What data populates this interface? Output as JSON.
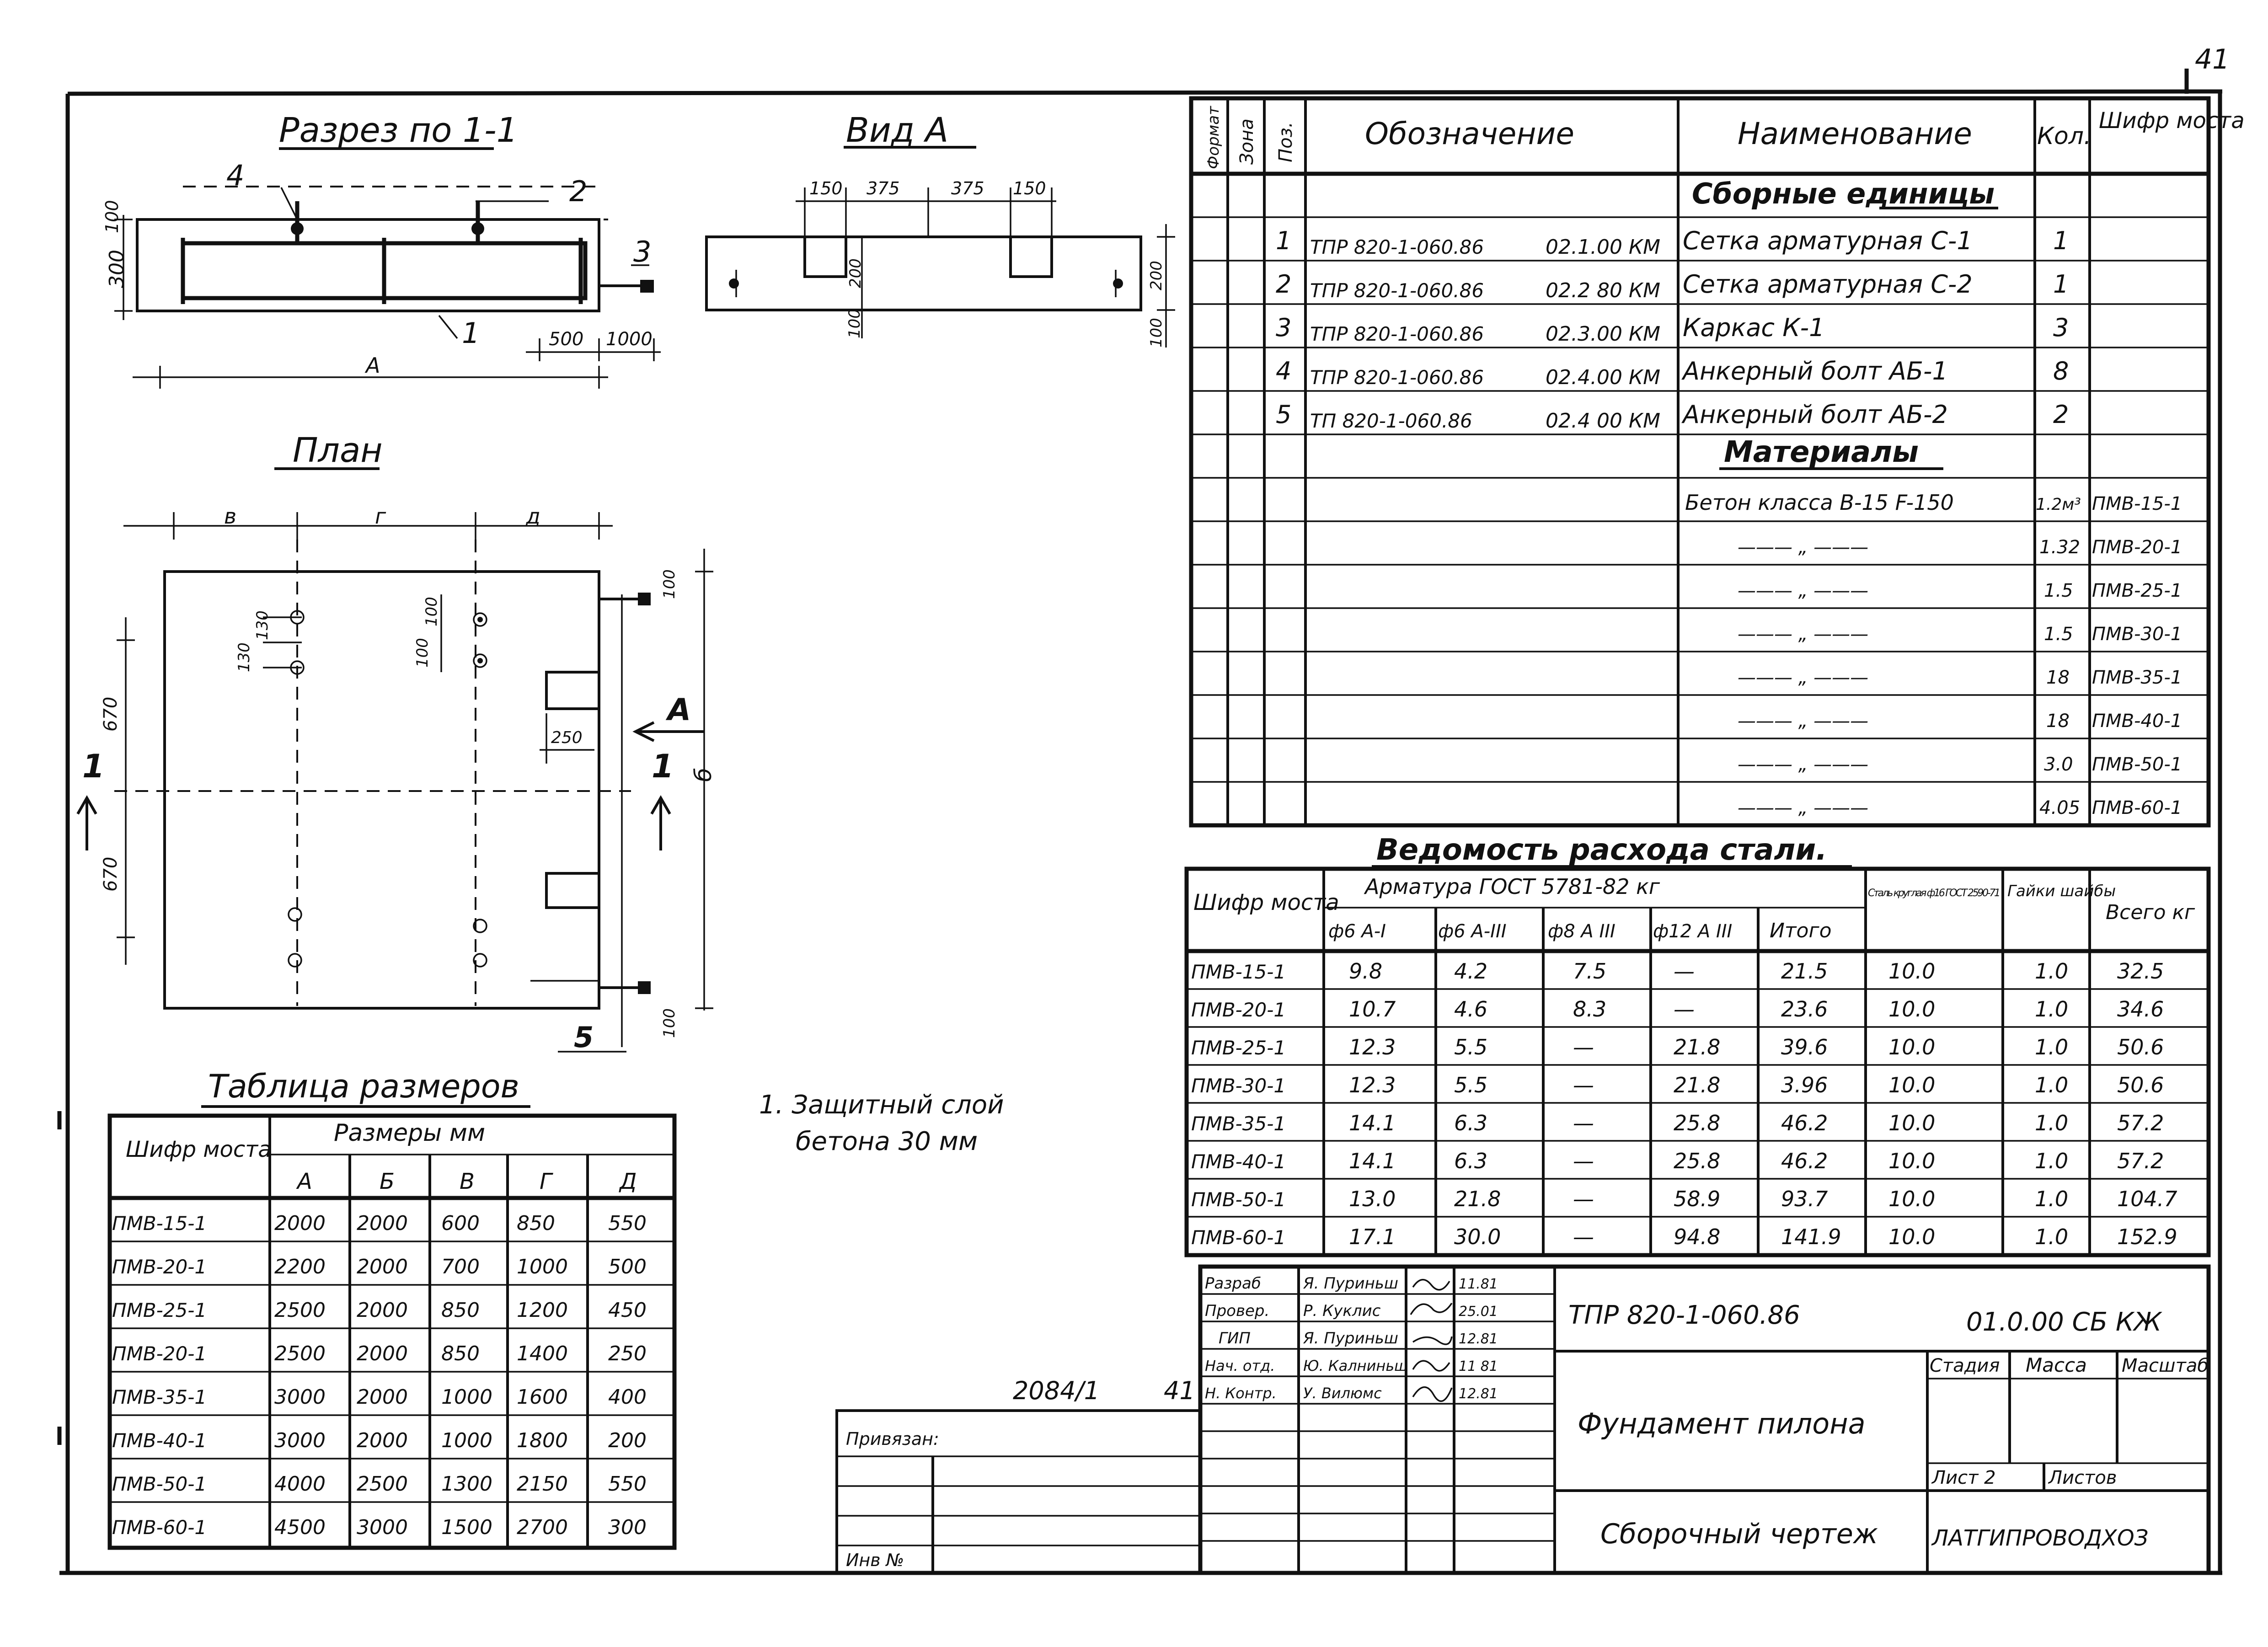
{
  "sheet_no": "41",
  "section": {
    "title": "Разрез по 1-1",
    "callouts": [
      "4",
      "2",
      "3",
      "1"
    ],
    "dims": [
      "100",
      "300",
      "500",
      "1000",
      "А"
    ]
  },
  "view_a": {
    "title": "Вид А",
    "dims": [
      "150",
      "375",
      "375",
      "150",
      "200",
      "100",
      "200",
      "100"
    ]
  },
  "plan": {
    "title": "План",
    "dims": [
      "в",
      "г",
      "д",
      "130",
      "130",
      "100",
      "100",
      "670",
      "670",
      "250",
      "100",
      "100",
      "б"
    ],
    "marks": [
      "1",
      "1",
      "А",
      "5"
    ]
  },
  "spec": {
    "headers": [
      "Формат",
      "Зона",
      "Поз.",
      "Обозначение",
      "Наименование",
      "Кол.",
      "Шифр моста"
    ],
    "group1": "Сборные единицы",
    "rows": [
      {
        "pos": "1",
        "code": "ТПР 820-1-060.86",
        "sub": "02.1.00 КМ",
        "name": "Сетка арматурная С-1",
        "qty": "1"
      },
      {
        "pos": "2",
        "code": "ТПР 820-1-060.86",
        "sub": "02.2 80 КМ",
        "name": "Сетка арматурная С-2",
        "qty": "1"
      },
      {
        "pos": "3",
        "code": "ТПР 820-1-060.86",
        "sub": "02.3.00 КМ",
        "name": "Каркас К-1",
        "qty": "3"
      },
      {
        "pos": "4",
        "code": "ТПР 820-1-060.86",
        "sub": "02.4.00 КМ",
        "name": "Анкерный болт АБ-1",
        "qty": "8"
      },
      {
        "pos": "5",
        "code": "ТП 820-1-060.86",
        "sub": "02.4 00 КМ",
        "name": "Анкерный болт АБ-2",
        "qty": "2"
      }
    ],
    "group2": "Материалы",
    "materials": [
      {
        "name": "Бетон класса В-15 F-150",
        "qty": "1.2м³",
        "code": "ПМВ-15-1"
      },
      {
        "name": "——— „ ———",
        "qty": "1.32",
        "code": "ПМВ-20-1"
      },
      {
        "name": "——— „ ———",
        "qty": "1.5",
        "code": "ПМВ-25-1"
      },
      {
        "name": "——— „ ———",
        "qty": "1.5",
        "code": "ПМВ-30-1"
      },
      {
        "name": "——— „ ———",
        "qty": "18",
        "code": "ПМВ-35-1"
      },
      {
        "name": "——— „ ———",
        "qty": "18",
        "code": "ПМВ-40-1"
      },
      {
        "name": "——— „ ———",
        "qty": "3.0",
        "code": "ПМВ-50-1"
      },
      {
        "name": "——— „ ———",
        "qty": "4.05",
        "code": "ПМВ-60-1"
      }
    ]
  },
  "steel": {
    "title": "Ведомость расхода стали.",
    "h_code": "Шифр моста",
    "h_group": "Арматура ГОСТ 5781-82 кг",
    "h_cols": [
      "ф6 А-I",
      "ф6 А-III",
      "ф8 А III",
      "ф12 А III",
      "Итого"
    ],
    "h_round": "Сталь круглая ф16 ГОСТ 2590-71",
    "h_nuts": "Гайки шайбы",
    "h_total": "Всего кг",
    "rows": [
      [
        "ПМВ-15-1",
        "9.8",
        "4.2",
        "7.5",
        "—",
        "21.5",
        "10.0",
        "1.0",
        "32.5"
      ],
      [
        "ПМВ-20-1",
        "10.7",
        "4.6",
        "8.3",
        "—",
        "23.6",
        "10.0",
        "1.0",
        "34.6"
      ],
      [
        "ПМВ-25-1",
        "12.3",
        "5.5",
        "—",
        "21.8",
        "39.6",
        "10.0",
        "1.0",
        "50.6"
      ],
      [
        "ПМВ-30-1",
        "12.3",
        "5.5",
        "—",
        "21.8",
        "3.96",
        "10.0",
        "1.0",
        "50.6"
      ],
      [
        "ПМВ-35-1",
        "14.1",
        "6.3",
        "—",
        "25.8",
        "46.2",
        "10.0",
        "1.0",
        "57.2"
      ],
      [
        "ПМВ-40-1",
        "14.1",
        "6.3",
        "—",
        "25.8",
        "46.2",
        "10.0",
        "1.0",
        "57.2"
      ],
      [
        "ПМВ-50-1",
        "13.0",
        "21.8",
        "—",
        "58.9",
        "93.7",
        "10.0",
        "1.0",
        "104.7"
      ],
      [
        "ПМВ-60-1",
        "17.1",
        "30.0",
        "—",
        "94.8",
        "141.9",
        "10.0",
        "1.0",
        "152.9"
      ]
    ]
  },
  "dim_table": {
    "title": "Таблица размеров",
    "h_code": "Шифр моста",
    "h_group": "Размеры мм",
    "h_cols": [
      "А",
      "Б",
      "В",
      "Г",
      "Д"
    ],
    "rows": [
      [
        "ПМВ-15-1",
        "2000",
        "2000",
        "600",
        "850",
        "550"
      ],
      [
        "ПМВ-20-1",
        "2200",
        "2000",
        "700",
        "1000",
        "500"
      ],
      [
        "ПМВ-25-1",
        "2500",
        "2000",
        "850",
        "1200",
        "450"
      ],
      [
        "ПМВ-20-1",
        "2500",
        "2000",
        "850",
        "1400",
        "250"
      ],
      [
        "ПМВ-35-1",
        "3000",
        "2000",
        "1000",
        "1600",
        "400"
      ],
      [
        "ПМВ-40-1",
        "3000",
        "2000",
        "1000",
        "1800",
        "200"
      ],
      [
        "ПМВ-50-1",
        "4000",
        "2500",
        "1300",
        "2150",
        "550"
      ],
      [
        "ПМВ-60-1",
        "4500",
        "3000",
        "1500",
        "2700",
        "300"
      ]
    ]
  },
  "note": {
    "line1": "1. Защитный слой",
    "line2": "бетона 30 мм"
  },
  "stamp": {
    "archive_no": "2084/1",
    "archive_sheet": "41",
    "tied": "Привязан:",
    "inv": "Инв №",
    "roles": [
      "Разраб",
      "Провер.",
      "ГИП",
      "Нач. отд.",
      "Н. Контр."
    ],
    "names": [
      "Я. Пуриньш",
      "Р. Куклис",
      "Я. Пуриньш",
      "Ю. Калниньш",
      "У. Вилюмс"
    ],
    "dates": [
      "11.81",
      "25.01",
      "12.81",
      "11 81",
      "12.81"
    ],
    "doc_code": "ТПР 820-1-060.86",
    "doc_sub": "01.0.00 СБ КЖ",
    "title": "Фундамент пилона",
    "stage": "Стадия",
    "mass": "Масса",
    "scale": "Масштаб",
    "sheet": "Лист 2",
    "sheets": "Листов",
    "doc_type": "Сборочный чертеж",
    "org": "ЛАТГИПРОВОДХОЗ"
  }
}
